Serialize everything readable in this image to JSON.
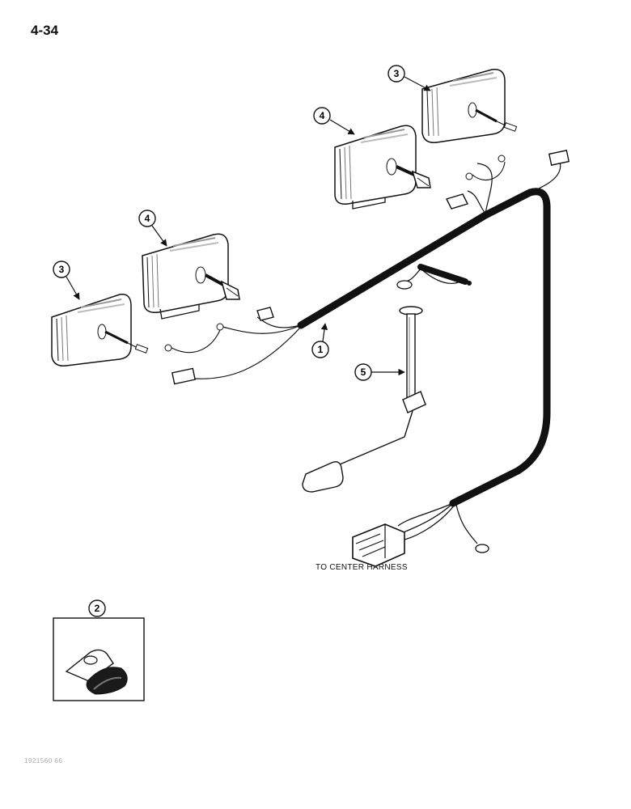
{
  "page": {
    "number": "4-34",
    "code": "1921560 66"
  },
  "labels": {
    "center_harness": "TO CENTER HARNESS"
  },
  "callouts": [
    {
      "id": "c3-right",
      "text": "3"
    },
    {
      "id": "c4-right",
      "text": "4"
    },
    {
      "id": "c4-left",
      "text": "4"
    },
    {
      "id": "c3-left",
      "text": "3"
    },
    {
      "id": "c1",
      "text": "1"
    },
    {
      "id": "c5",
      "text": "5"
    },
    {
      "id": "c2",
      "text": "2"
    }
  ]
}
